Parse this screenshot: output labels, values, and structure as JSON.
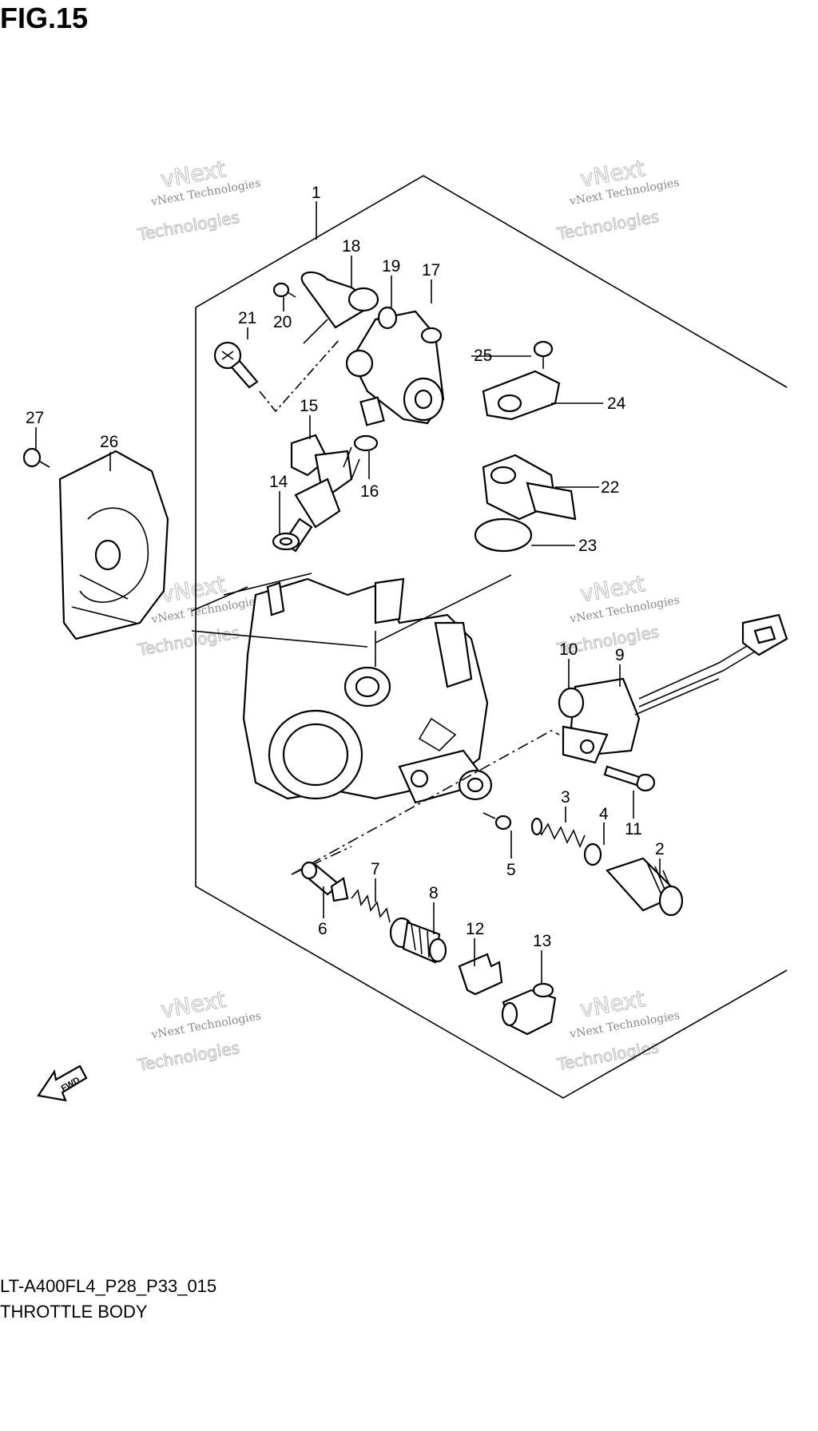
{
  "figure": {
    "title": "FIG.15",
    "model_code": "LT-A400FL4_P28_P33_015",
    "description": "THROTTLE BODY",
    "fwd_label": "FWD"
  },
  "watermark": {
    "line1": "vNext Technologies",
    "line2": "vNext",
    "line3": "Technologies"
  },
  "callouts": [
    "1",
    "2",
    "3",
    "4",
    "5",
    "6",
    "7",
    "8",
    "9",
    "10",
    "11",
    "12",
    "13",
    "14",
    "15",
    "16",
    "17",
    "18",
    "19",
    "20",
    "21",
    "22",
    "23",
    "24",
    "25",
    "26",
    "27"
  ],
  "colors": {
    "ink": "#000000",
    "watermark": "#bbbbbb"
  }
}
